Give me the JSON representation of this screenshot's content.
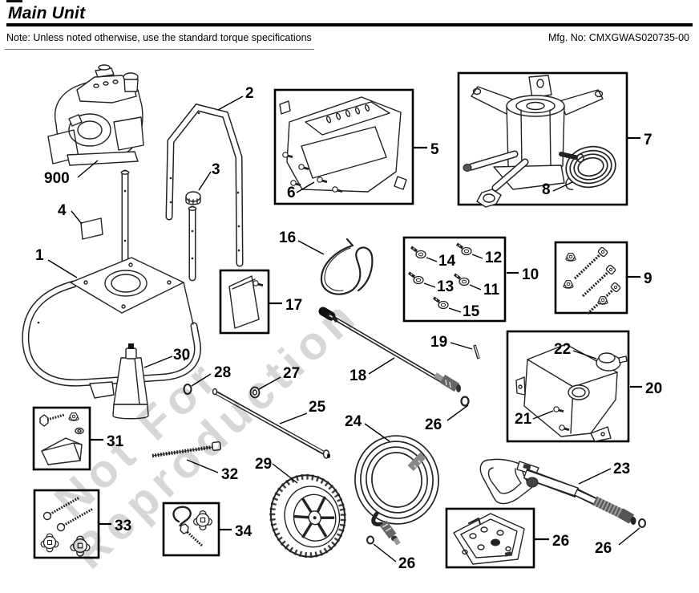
{
  "header": {
    "title": "Main Unit",
    "note": "Note: Unless noted otherwise, use the standard torque specifications",
    "mfg_no": "Mfg. No: CMXGWAS020735-00"
  },
  "watermark": {
    "line1": "Not For",
    "line2": "Reproduction"
  },
  "callouts": {
    "c1": "1",
    "c2": "2",
    "c3": "3",
    "c4": "4",
    "c5": "5",
    "c6": "6",
    "c7": "7",
    "c8": "8",
    "c9": "9",
    "c10": "10",
    "c11": "11",
    "c12": "12",
    "c13": "13",
    "c14": "14",
    "c15": "15",
    "c16": "16",
    "c17": "17",
    "c18": "18",
    "c19": "19",
    "c20": "20",
    "c21": "21",
    "c22": "22",
    "c23": "23",
    "c24": "24",
    "c25": "25",
    "c26": "26",
    "c27": "27",
    "c28": "28",
    "c29": "29",
    "c30": "30",
    "c31": "31",
    "c32": "32",
    "c33": "33",
    "c34": "34",
    "c900": "900"
  }
}
